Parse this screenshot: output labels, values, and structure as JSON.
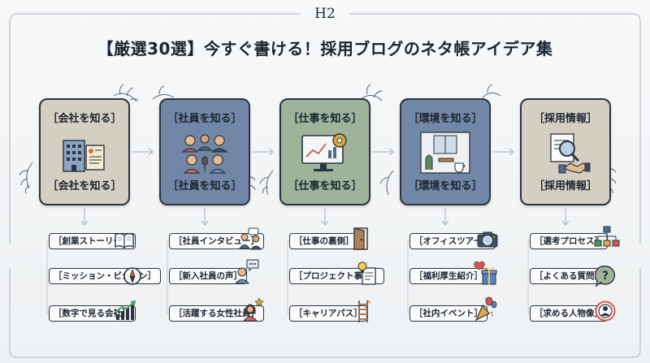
{
  "header": {
    "tag": "H2",
    "title": "【厳選30選】今すぐ書ける！採用ブログのネタ帳アイデア集"
  },
  "colors": {
    "beige": "#d4cfc3",
    "slate": "#7286a6",
    "sage": "#9fb39a",
    "ink": "#2b3440"
  },
  "categories": [
    {
      "head": "［会社を知る］",
      "foot": "［会社を知る］",
      "color": "#d4cfc3",
      "icon": "building-contract-icon",
      "topics": [
        {
          "label": "［創業ストーリー］",
          "icon": "book-icon"
        },
        {
          "label": "［ミッション・ビジョン］",
          "icon": "compass-icon"
        },
        {
          "label": "［数字で見る会社］",
          "icon": "growth-chart-icon"
        }
      ]
    },
    {
      "head": "［社員を知る］",
      "foot": "［社員を知る］",
      "color": "#7286a6",
      "icon": "people-group-icon",
      "topics": [
        {
          "label": "［社員インタビュー］",
          "icon": "interview-icon"
        },
        {
          "label": "［新入社員の声］",
          "icon": "speech-person-icon"
        },
        {
          "label": "［活躍する女性社員］",
          "icon": "woman-star-icon"
        }
      ]
    },
    {
      "head": "［仕事を知る］",
      "foot": "［仕事を知る］",
      "color": "#9fb39a",
      "icon": "monitor-gear-icon",
      "topics": [
        {
          "label": "［仕事の裏側］",
          "icon": "door-icon"
        },
        {
          "label": "［プロジェクト事例］",
          "icon": "idea-document-icon"
        },
        {
          "label": "［キャリアパス］",
          "icon": "ladder-icon"
        }
      ]
    },
    {
      "head": "［環境を知る］",
      "foot": "［環境を知る］",
      "color": "#7286a6",
      "icon": "office-room-icon",
      "topics": [
        {
          "label": "［オフィスツアー］",
          "icon": "camera-icon"
        },
        {
          "label": "［福利厚生紹介］",
          "icon": "gift-heart-icon"
        },
        {
          "label": "［社内イベント］",
          "icon": "party-popper-icon"
        }
      ]
    },
    {
      "head": "［採用情報］",
      "foot": "［採用情報］",
      "color": "#d4cfc3",
      "icon": "search-handshake-icon",
      "topics": [
        {
          "label": "［選考プロセス］",
          "icon": "flowchart-icon"
        },
        {
          "label": "［よくある質問］",
          "icon": "question-bubble-icon"
        },
        {
          "label": "［求める人物像］",
          "icon": "target-person-icon"
        }
      ]
    }
  ]
}
